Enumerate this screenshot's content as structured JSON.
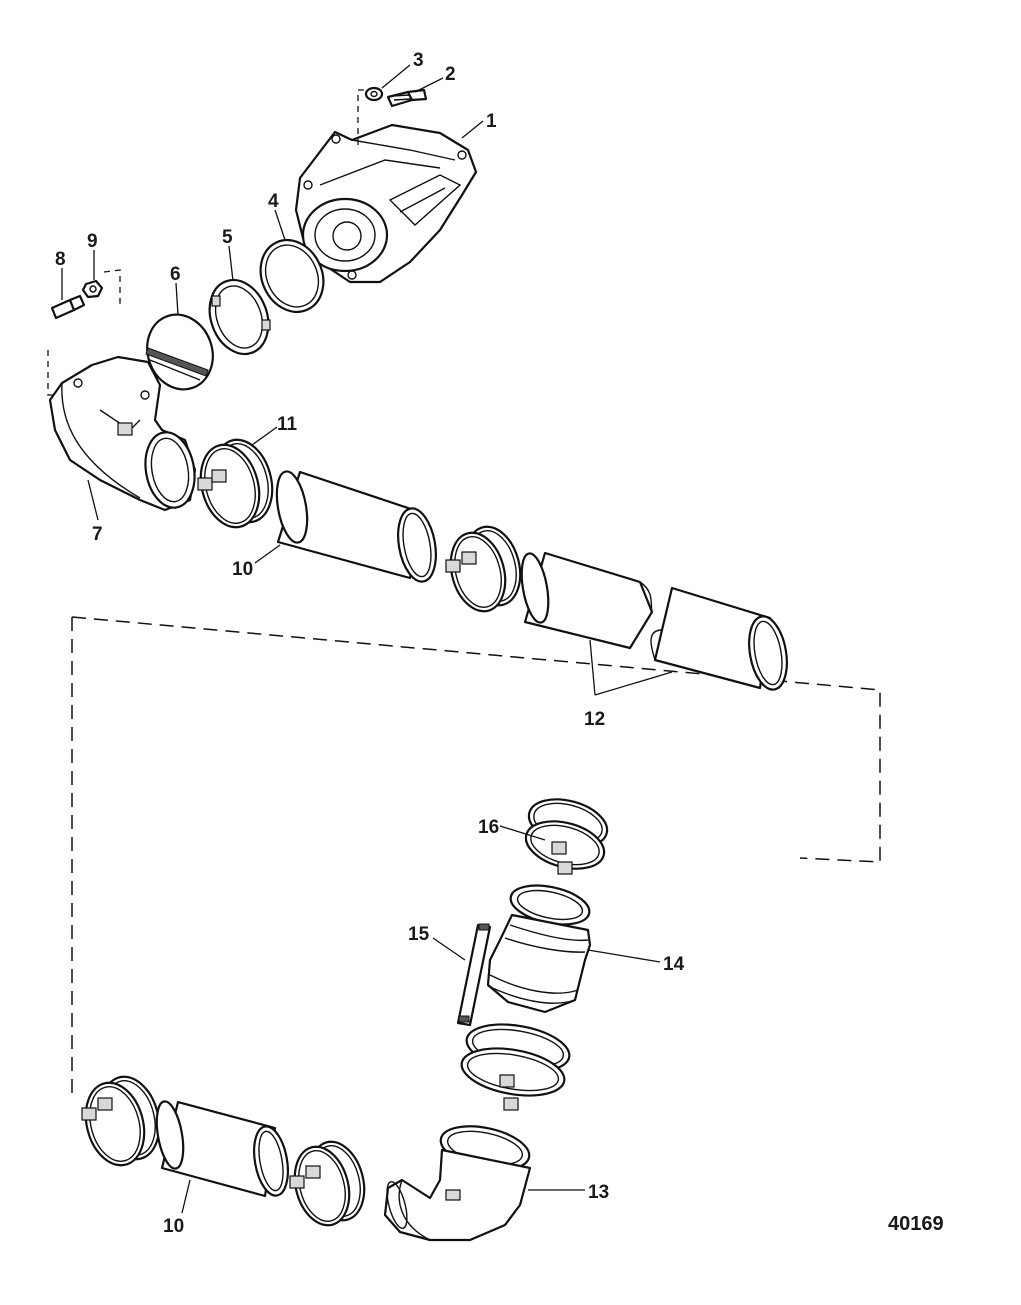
{
  "diagram": {
    "reference_number": "40169",
    "callouts": [
      {
        "id": "1",
        "label": "1"
      },
      {
        "id": "2",
        "label": "2"
      },
      {
        "id": "3",
        "label": "3"
      },
      {
        "id": "4",
        "label": "4"
      },
      {
        "id": "5",
        "label": "5"
      },
      {
        "id": "6",
        "label": "6"
      },
      {
        "id": "7",
        "label": "7"
      },
      {
        "id": "8",
        "label": "8"
      },
      {
        "id": "9",
        "label": "9"
      },
      {
        "id": "10a",
        "label": "10"
      },
      {
        "id": "10b",
        "label": "10"
      },
      {
        "id": "11",
        "label": "11"
      },
      {
        "id": "12",
        "label": "12"
      },
      {
        "id": "13",
        "label": "13"
      },
      {
        "id": "14",
        "label": "14"
      },
      {
        "id": "15",
        "label": "15"
      },
      {
        "id": "16",
        "label": "16"
      }
    ]
  }
}
